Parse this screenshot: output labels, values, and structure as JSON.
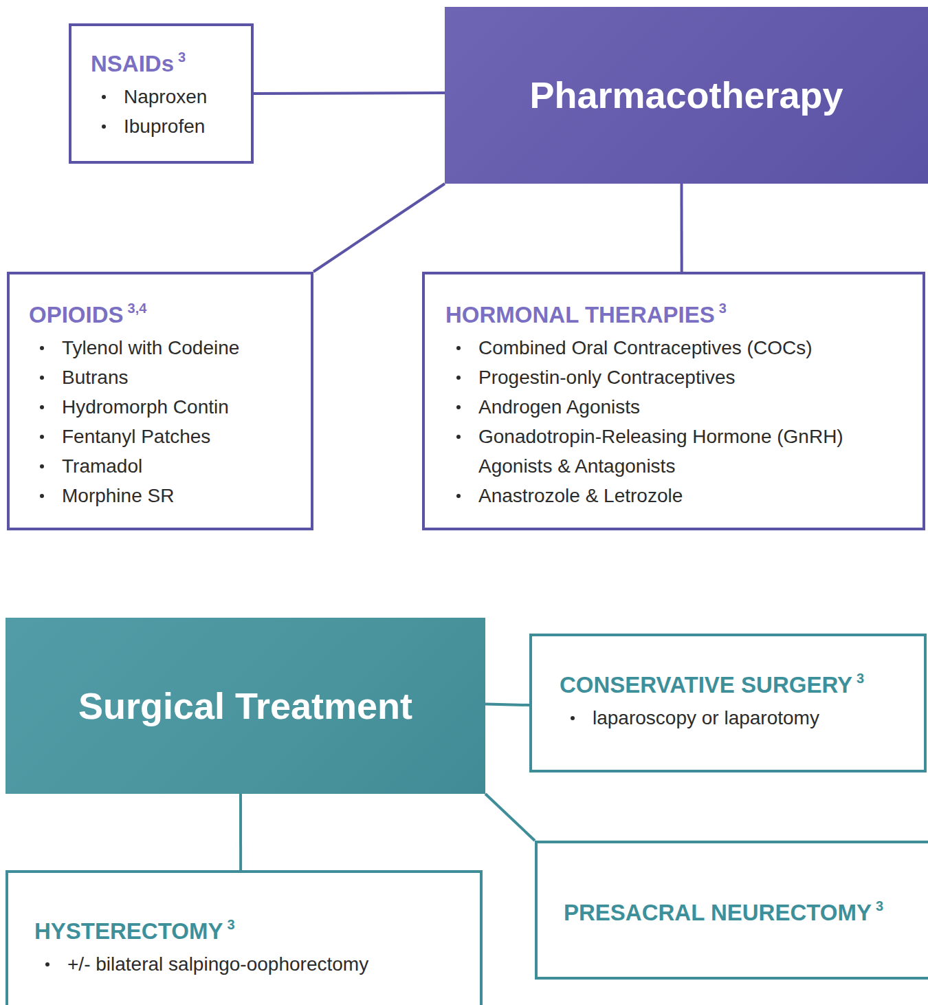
{
  "diagram": {
    "nodes": [
      {
        "text": [
          "Pharmacotherapy"
        ]
      },
      {
        "text": [
          "NSAIDs",
          "3",
          "Naproxen",
          "Ibuprofen"
        ]
      },
      {
        "text": [
          "OPIOIDS",
          "3,4",
          "Tylenol with Codeine",
          "Butrans",
          "Hydromorph Contin",
          "Fentanyl Patches",
          "Tramadol",
          "Morphine SR"
        ]
      },
      {
        "text": [
          "HORMONAL THERAPIES",
          "3",
          "Combined Oral Contraceptives (COCs)",
          "Progestin-only Contraceptives",
          "Androgen Agonists",
          "Gonadotropin-Releasing Hormone (GnRH) Agonists & Antagonists",
          "Anastrozole & Letrozole"
        ]
      },
      {
        "text": [
          "Surgical Treatment"
        ]
      },
      {
        "text": [
          "CONSERVATIVE SURGERY",
          "3",
          "laparoscopy or laparotomy"
        ]
      },
      {
        "text": [
          "HYSTERECTOMY",
          "3",
          "+/- bilateral salpingo-oophorectomy"
        ]
      },
      {
        "text": [
          "PRESACRAL NEURECTOMY",
          "3"
        ]
      }
    ],
    "edges": [
      {
        "from": 0,
        "to": 1,
        "arrow": "none"
      },
      {
        "from": 0,
        "to": 2,
        "arrow": "none"
      },
      {
        "from": 0,
        "to": 3,
        "arrow": "none"
      },
      {
        "from": 4,
        "to": 5,
        "arrow": "none"
      },
      {
        "from": 4,
        "to": 6,
        "arrow": "none"
      },
      {
        "from": 4,
        "to": 7,
        "arrow": "none"
      }
    ]
  }
}
